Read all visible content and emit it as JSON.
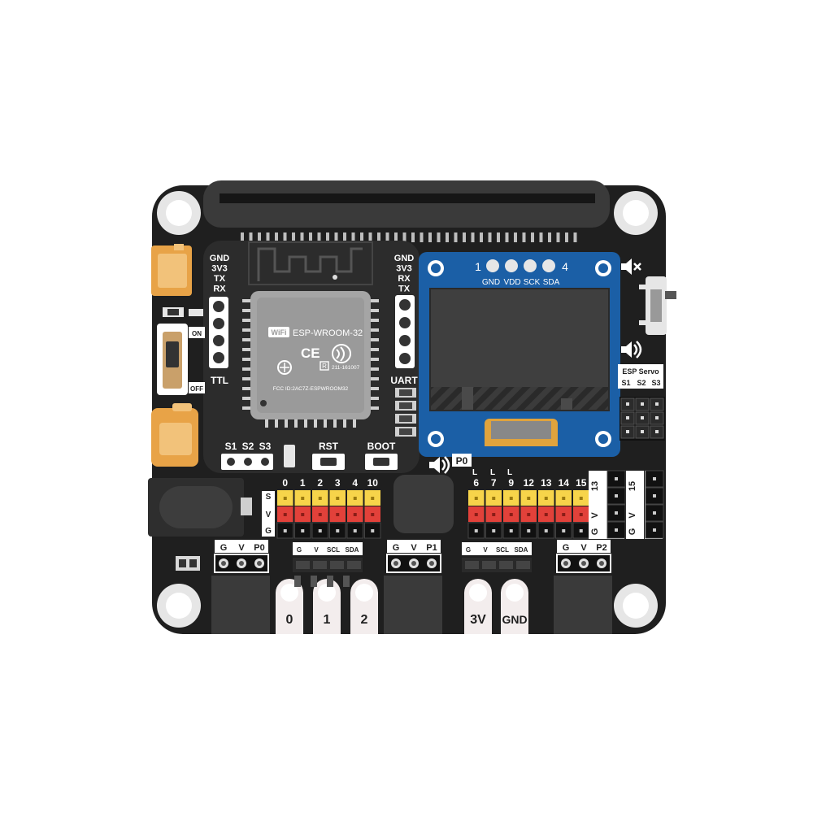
{
  "board": {
    "ttl_pins_left": [
      "GND",
      "3V3",
      "TX",
      "RX"
    ],
    "ttl_label": "TTL",
    "uart_pins_right": [
      "GND",
      "3V3",
      "RX",
      "TX"
    ],
    "uart_label": "UART",
    "power_on_label": "ON",
    "power_off_label": "OFF",
    "servo_select_labels": [
      "S1",
      "S2",
      "S3"
    ],
    "rst_label": "RST",
    "boot_label": "BOOT",
    "sound_pin_label": "P0"
  },
  "esp_module": {
    "wifi_badge": "WiFi",
    "model": "ESP-WROOM-32",
    "ce_mark": "CE",
    "r_number": "211-161007",
    "fcc_id": "FCC ID:2AC7Z-ESPWROOM32",
    "r_mark": "R"
  },
  "oled": {
    "pin_start": "1",
    "pin_end": "4",
    "pins": [
      "GND",
      "VDD",
      "SCK",
      "SDA"
    ]
  },
  "esp_servo": {
    "title": "ESP Servo",
    "labels": [
      "S1",
      "S2",
      "S3"
    ]
  },
  "gpio_left": {
    "row_labels": [
      "S",
      "V",
      "G"
    ],
    "pins": [
      "0",
      "1",
      "2",
      "3",
      "4",
      "10"
    ]
  },
  "gpio_right": {
    "pins": [
      "6",
      "7",
      "9",
      "12",
      "13",
      "14",
      "15"
    ],
    "l_markers": [
      "L",
      "L",
      "L"
    ]
  },
  "side_headers": [
    {
      "pin": "13",
      "v": "V",
      "g": "G"
    },
    {
      "pin": "12",
      "v": "V",
      "g": "G"
    },
    {
      "pin": "15",
      "v": "V",
      "g": "G"
    },
    {
      "pin": "14",
      "v": "V",
      "g": "G"
    }
  ],
  "i2c_labels": [
    "G",
    "V",
    "SCL",
    "SDA"
  ],
  "grove_ports": [
    {
      "labels": [
        "G",
        "V",
        "P0"
      ]
    },
    {
      "labels": [
        "G",
        "V",
        "P1"
      ]
    },
    {
      "labels": [
        "G",
        "V",
        "P2"
      ]
    }
  ],
  "edge_pads": [
    "0",
    "1",
    "2",
    "3V",
    "GND"
  ],
  "colors": {
    "pcb": "#1f1f1f",
    "header_yellow": "#f7d44a",
    "header_red": "#e2413a",
    "oled_blue": "#1b5fa6",
    "connector_orange": "#e8a347",
    "label_white": "#ffffff"
  }
}
